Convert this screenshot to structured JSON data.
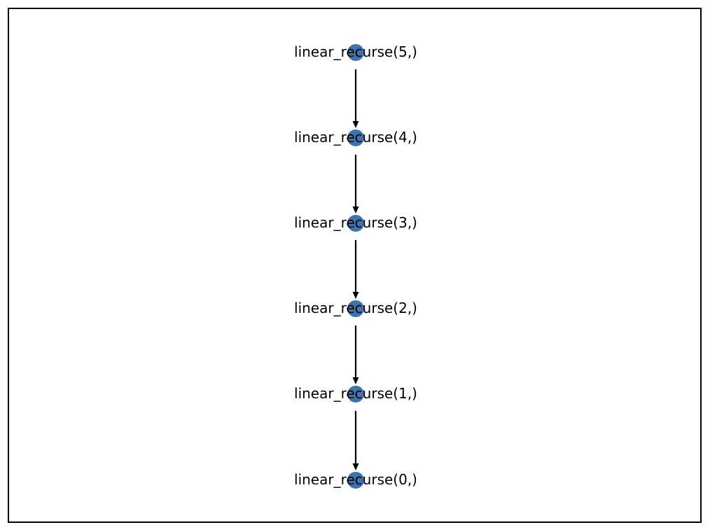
{
  "graph": {
    "node_color": "#3d74ad",
    "edge_color": "#000000",
    "nodes": [
      {
        "label": "linear_recurse(5,)"
      },
      {
        "label": "linear_recurse(4,)"
      },
      {
        "label": "linear_recurse(3,)"
      },
      {
        "label": "linear_recurse(2,)"
      },
      {
        "label": "linear_recurse(1,)"
      },
      {
        "label": "linear_recurse(0,)"
      }
    ],
    "edges": [
      {
        "from": 0,
        "to": 1
      },
      {
        "from": 1,
        "to": 2
      },
      {
        "from": 2,
        "to": 3
      },
      {
        "from": 3,
        "to": 4
      },
      {
        "from": 4,
        "to": 5
      }
    ]
  }
}
